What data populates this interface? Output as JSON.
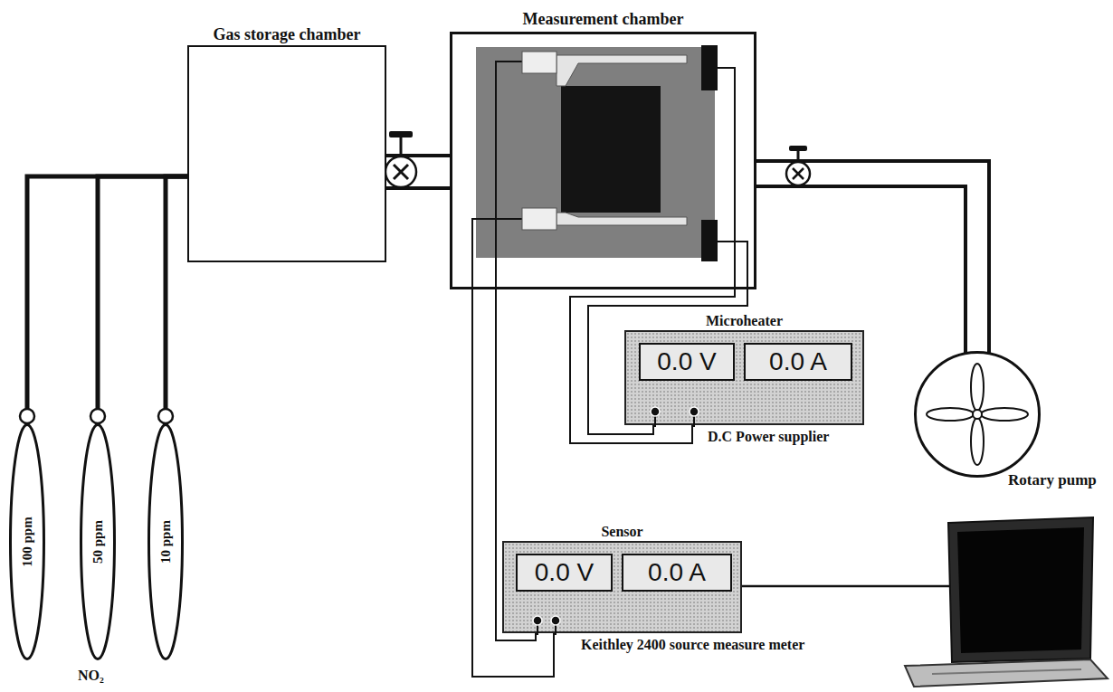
{
  "diagram": {
    "nodes": [
      {
        "text": [
          "100 ppm"
        ]
      },
      {
        "text": [
          "50 ppm"
        ]
      },
      {
        "text": [
          "10 ppm"
        ]
      },
      {
        "text": [
          "Gas storage chamber"
        ]
      },
      {
        "text": [
          "Measurement chamber"
        ]
      },
      {
        "text": [
          "Microheater",
          "D.C Power supplier"
        ]
      },
      {
        "text": [
          "0.0 V"
        ],
        "in": 5
      },
      {
        "text": [
          "0.0 A"
        ],
        "in": 5
      },
      {
        "text": [
          "Rotary pump"
        ]
      },
      {
        "text": [
          "Sensor",
          "Keithley 2400 source measure meter"
        ]
      },
      {
        "text": [
          "0.0 V"
        ],
        "in": 9
      },
      {
        "text": [
          "0.0 A"
        ],
        "in": 9
      }
    ],
    "edges": [
      {
        "from": 0,
        "to": 3,
        "arrow": "none"
      },
      {
        "from": 1,
        "to": 3,
        "arrow": "none"
      },
      {
        "from": 2,
        "to": 3,
        "arrow": "none"
      },
      {
        "from": 3,
        "to": 4,
        "arrow": "none"
      },
      {
        "from": 4,
        "to": 8,
        "arrow": "none"
      },
      {
        "from": 4,
        "to": 5,
        "arrow": "none"
      },
      {
        "from": 4,
        "to": 9,
        "arrow": "none"
      }
    ],
    "labels": [
      "NO₂"
    ]
  }
}
